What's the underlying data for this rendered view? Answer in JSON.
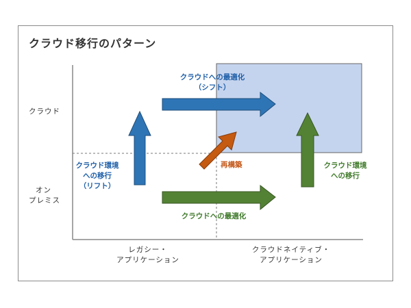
{
  "title": "クラウド移行のパターン",
  "y_axis": {
    "top": "クラウド",
    "bottom_line1": "オン",
    "bottom_line2": "プレミス"
  },
  "x_axis": {
    "left_line1": "レガシー・",
    "left_line2": "アプリケーション",
    "right_line1": "クラウドネイティブ・",
    "right_line2": "アプリケーション"
  },
  "labels": {
    "cloud_opt_line1": "クラウドへの最適化",
    "cloud_opt_line2": "（シフト）",
    "lift_line1": "クラウド環境",
    "lift_line2": "への移行",
    "lift_line3": "（リフト）",
    "rebuild": "再構築",
    "native_move_line1": "クラウド環境",
    "native_move_line2": "への移行",
    "onprem_opt": "クラウドへの最適化"
  },
  "colors": {
    "blue": "#2e75b6",
    "green": "#548235",
    "orange": "#c55a11",
    "target_fill": "#c5d4ee"
  }
}
